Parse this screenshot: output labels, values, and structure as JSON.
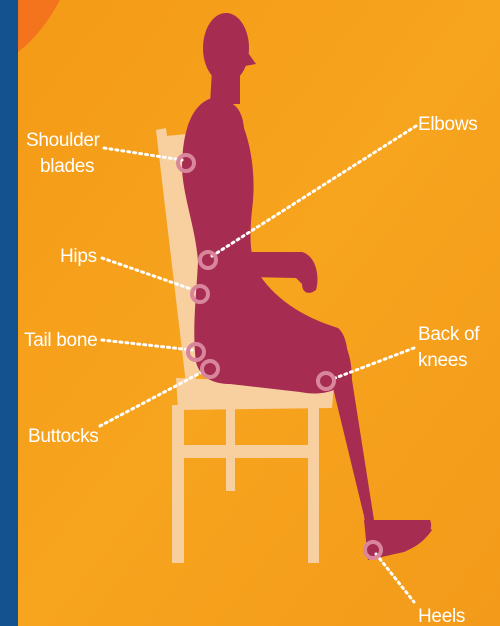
{
  "colors": {
    "frame": "#14518f",
    "background": "#f7a21b",
    "figure": "#a62c52",
    "chair": "#f8cf9f",
    "marker_ring": "#d9869c",
    "leader_line": "#ffffff"
  },
  "labels": {
    "shoulder_blades_line1": "Shoulder",
    "shoulder_blades_line2": "blades",
    "elbows": "Elbows",
    "hips": "Hips",
    "tail_bone": "Tail bone",
    "back_of_knees_line1": "Back of",
    "back_of_knees_line2": "knees",
    "buttocks": "Buttocks",
    "heels": "Heels"
  }
}
